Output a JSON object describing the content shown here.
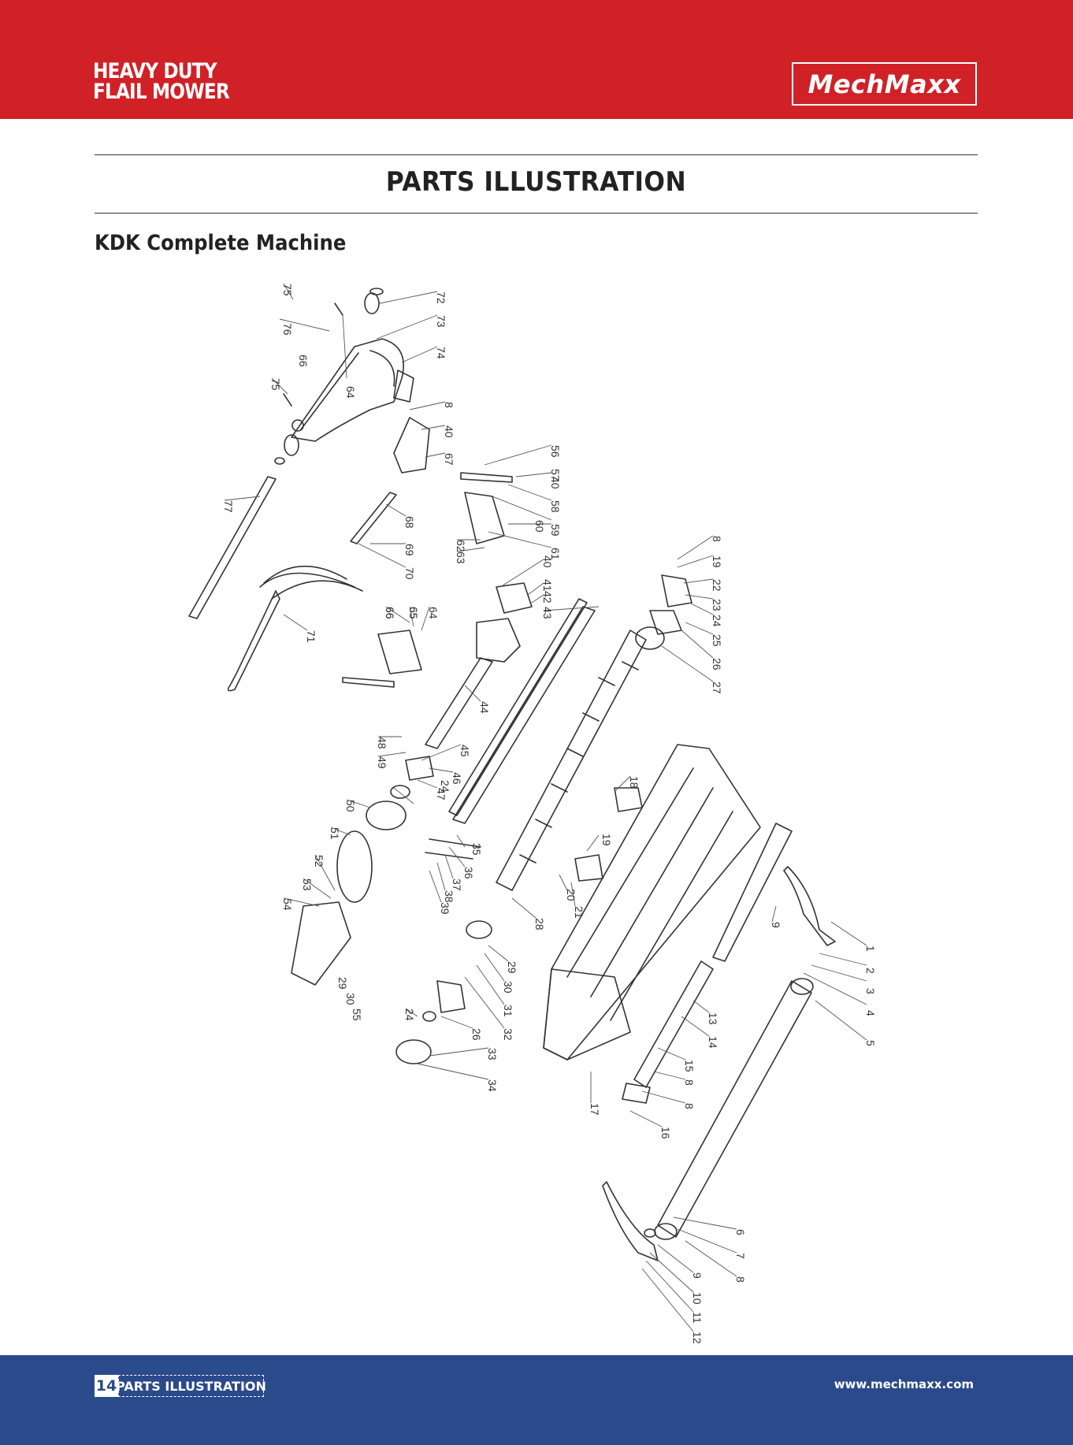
{
  "header": {
    "product_line1": "HEAVY DUTY",
    "product_line2": "FLAIL MOWER",
    "brand": "MechMaxx"
  },
  "page": {
    "heading": "PARTS ILLUSTRATION",
    "section": "KDK Complete Machine"
  },
  "diagram": {
    "callouts": [
      "1",
      "2",
      "3",
      "4",
      "5",
      "6",
      "7",
      "8",
      "9",
      "10",
      "11",
      "12",
      "13",
      "14",
      "15",
      "16",
      "17",
      "18",
      "19",
      "20",
      "21",
      "22",
      "23",
      "24",
      "25",
      "26",
      "27",
      "28",
      "29",
      "30",
      "31",
      "32",
      "33",
      "34",
      "35",
      "36",
      "37",
      "38",
      "39",
      "40",
      "41",
      "42",
      "43",
      "44",
      "45",
      "46",
      "47",
      "48",
      "49",
      "50",
      "51",
      "52",
      "53",
      "54",
      "55",
      "56",
      "57",
      "58",
      "59",
      "60",
      "61",
      "62",
      "63",
      "64",
      "65",
      "66",
      "67",
      "68",
      "69",
      "70",
      "71",
      "72",
      "73",
      "74",
      "75",
      "76",
      "77"
    ]
  },
  "footer": {
    "page_number": "14",
    "label": "PARTS ILLUSTRATION",
    "url": "www.mechmaxx.com"
  },
  "colors": {
    "header_red": "#d02127",
    "footer_blue": "#2b4a8b",
    "line_art": "#333333"
  }
}
